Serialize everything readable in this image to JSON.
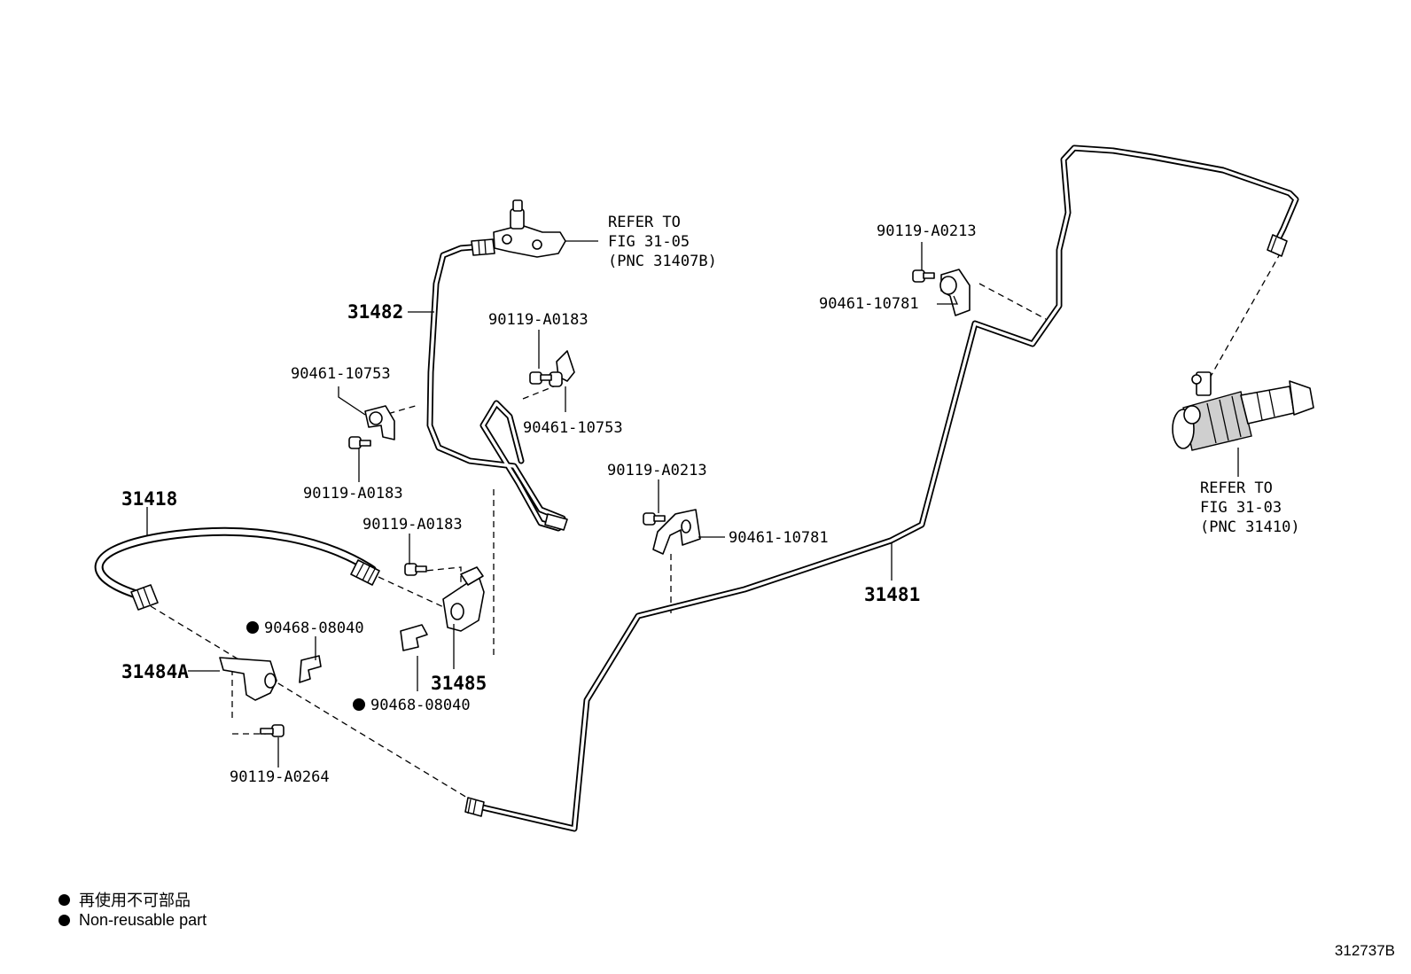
{
  "diagram": {
    "figure_id": "312737B",
    "parts": {
      "p31481": "31481",
      "p31482": "31482",
      "p31418": "31418",
      "p31484A": "31484A",
      "p31485": "31485"
    },
    "fasteners": {
      "bolt_a0183_top": "90119-A0183",
      "clamp_10753_right": "90461-10753",
      "clamp_10753_left": "90461-10753",
      "bolt_a0183_left": "90119-A0183",
      "bolt_a0183_mid": "90119-A0183",
      "bolt_a0213_top": "90119-A0213",
      "clamp_10781_top": "90461-10781",
      "bolt_a0213_mid": "90119-A0213",
      "clamp_10781_mid": "90461-10781",
      "clip_08040_top": "90468-08040",
      "clip_08040_bottom": "90468-08040",
      "bolt_a0264": "90119-A0264"
    },
    "refs": {
      "upper": [
        "REFER TO",
        "FIG 31-05",
        "(PNC 31407B)"
      ],
      "right": [
        "REFER TO",
        "FIG 31-03",
        "(PNC 31410)"
      ]
    }
  },
  "legend": {
    "items": [
      {
        "label": "再使用不可部品"
      },
      {
        "label": "Non-reusable part"
      }
    ]
  }
}
